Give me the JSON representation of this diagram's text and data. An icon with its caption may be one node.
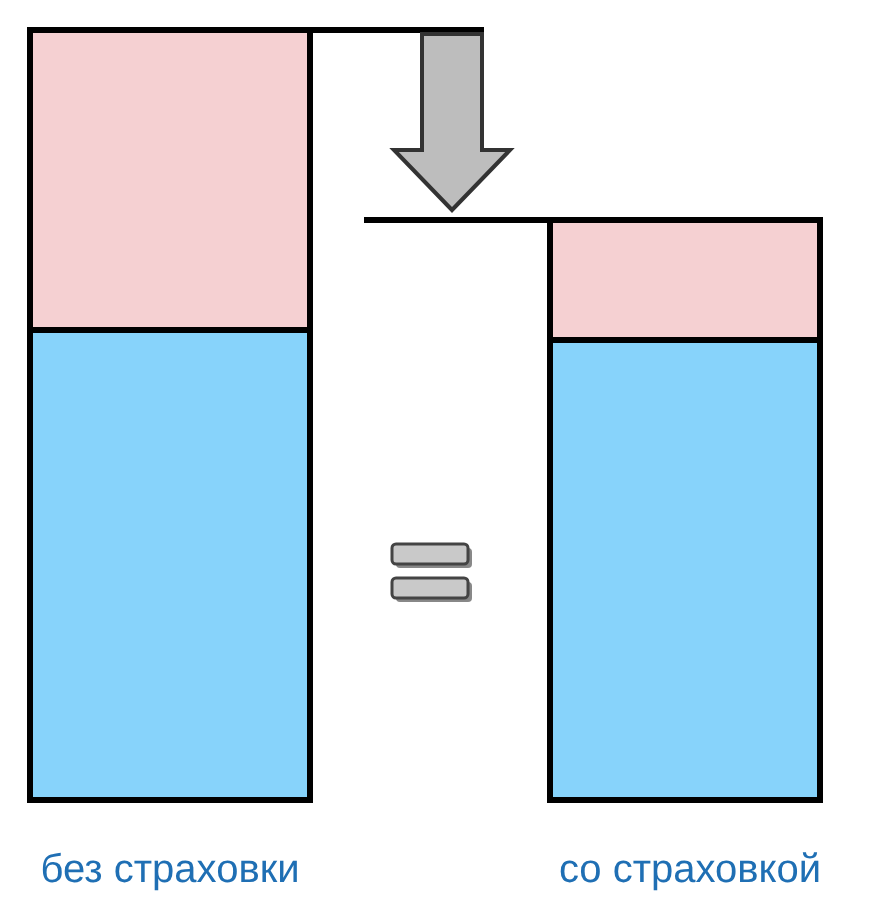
{
  "diagram": {
    "nodes": [
      {
        "text": [],
        "shape": "box"
      },
      {
        "text": [],
        "shape": "box"
      },
      {
        "text": [],
        "shape": "box"
      },
      {
        "text": [],
        "shape": "box"
      }
    ],
    "labels": [
      "без страховки",
      "со страховкой"
    ]
  }
}
